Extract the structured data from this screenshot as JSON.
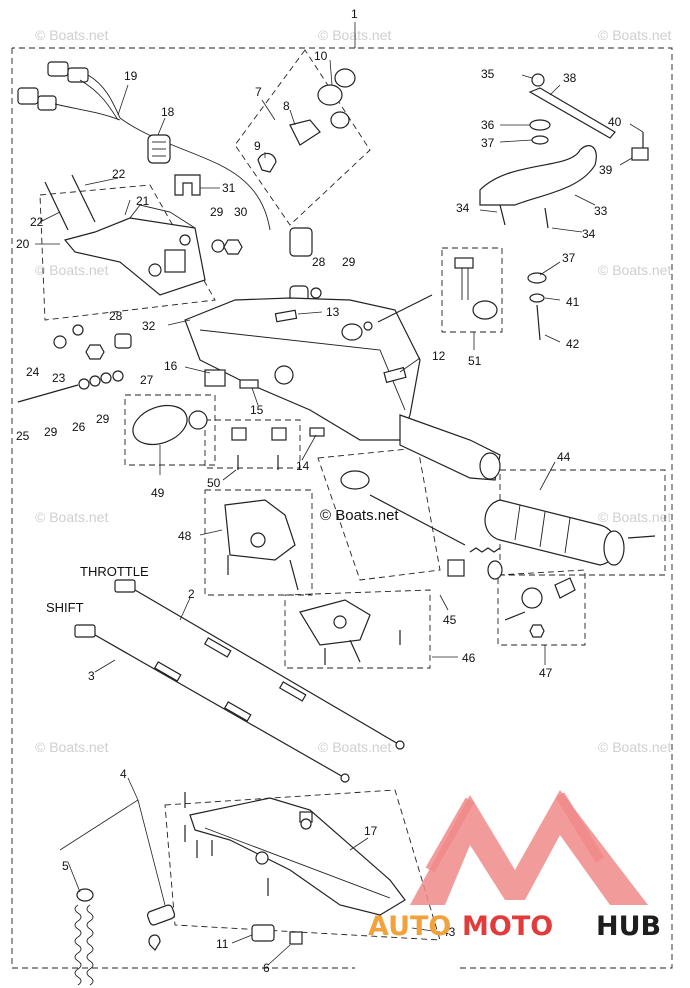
{
  "watermark": {
    "text": "© Boats.net"
  },
  "center_label": "© Boats.net",
  "cable_labels": {
    "throttle": "THROTTLE",
    "shift": "SHIFT"
  },
  "callouts": [
    "1",
    "2",
    "3",
    "4",
    "5",
    "6",
    "7",
    "8",
    "9",
    "10",
    "11",
    "12",
    "13",
    "14",
    "15",
    "16",
    "17",
    "18",
    "19",
    "20",
    "21",
    "22",
    "22",
    "23",
    "24",
    "25",
    "26",
    "27",
    "28",
    "28",
    "29",
    "29",
    "29",
    "29",
    "30",
    "31",
    "32",
    "33",
    "34",
    "34",
    "35",
    "36",
    "37",
    "37",
    "38",
    "39",
    "40",
    "41",
    "42",
    "43",
    "44",
    "45",
    "46",
    "47",
    "48",
    "49",
    "50",
    "51"
  ],
  "logo": {
    "brand_part1": "AUTO",
    "brand_part2": "MOTO",
    "brand_part3": "HUB",
    "colors": {
      "triangle": "#f08a8a",
      "auto": "#f2a23a",
      "moto": "#e23b3b",
      "hub": "#1e1e1e"
    }
  }
}
